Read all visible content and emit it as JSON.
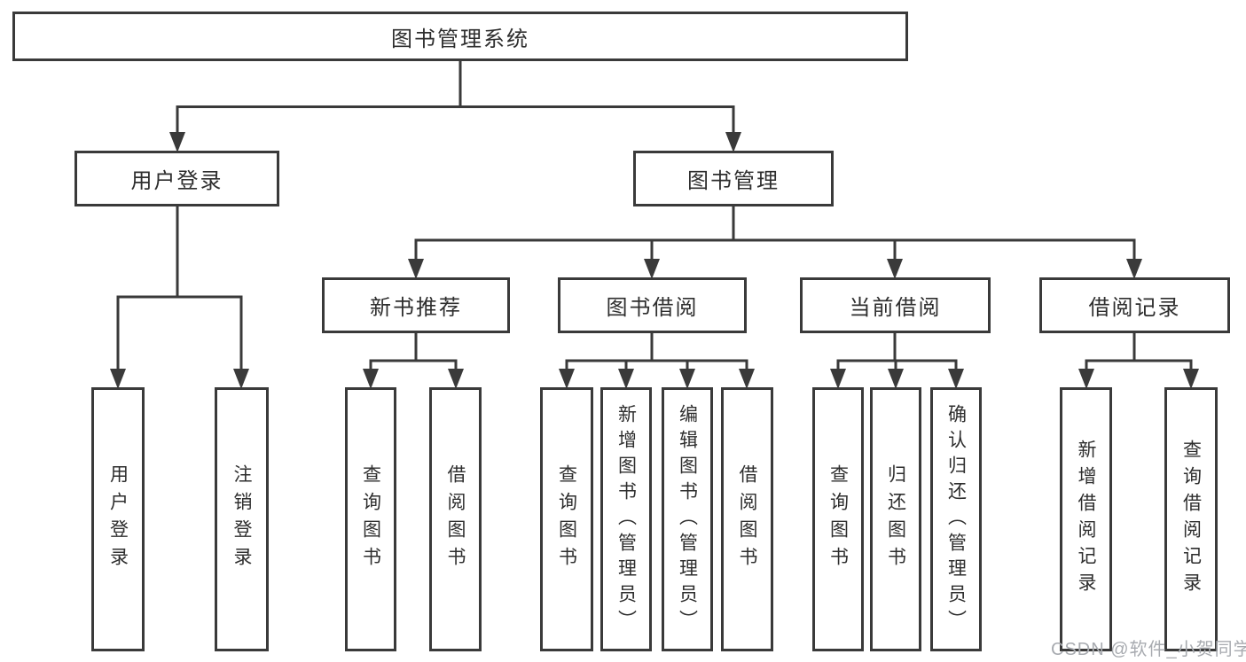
{
  "diagram_title": "图书管理系统",
  "nodes": {
    "root": "图书管理系统",
    "l2": [
      "用户登录",
      "图书管理"
    ],
    "l3": [
      "新书推荐",
      "图书借阅",
      "当前借阅",
      "借阅记录"
    ],
    "leaf": [
      "用户登录",
      "注销登录",
      "查询图书",
      "借阅图书",
      "查询图书",
      "新增图书（管理员）",
      "编辑图书（管理员）",
      "借阅图书",
      "查询图书",
      "归还图书",
      "确认归还（管理员）",
      "新增借阅记录",
      "查询借阅记录"
    ]
  },
  "hierarchy": {
    "图书管理系统": {
      "用户登录": [
        "用户登录",
        "注销登录"
      ],
      "图书管理": {
        "新书推荐": [
          "查询图书",
          "借阅图书"
        ],
        "图书借阅": [
          "查询图书",
          "新增图书（管理员）",
          "编辑图书（管理员）",
          "借阅图书"
        ],
        "当前借阅": [
          "查询图书",
          "归还图书",
          "确认归还（管理员）"
        ],
        "借阅记录": [
          "新增借阅记录",
          "查询借阅记录"
        ]
      }
    }
  },
  "colors": {
    "line": "#3a3a3a",
    "text": "#2e2e2e",
    "background": "#ffffff",
    "watermark": "#a8abb0"
  },
  "watermark": {
    "text": "CSDN @软件_小贺同学"
  }
}
